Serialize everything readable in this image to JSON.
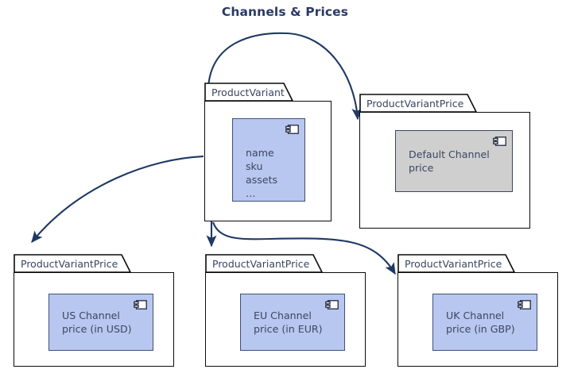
{
  "title": "Channels & Prices",
  "colors": {
    "title_text": "#2a3a64",
    "component_blue": "#b8c7ef",
    "component_gray": "#cfcfcf",
    "component_border": "#40507a",
    "package_border": "#0b0b0b",
    "arrow": "#1f3864",
    "text": "#3b4663",
    "background": "#ffffff"
  },
  "packages": [
    {
      "id": "product-variant",
      "tab_label": "ProductVariant",
      "component": {
        "label": "name\nsku\nassets\n…",
        "fill": "blue",
        "icon": "component-icon"
      }
    },
    {
      "id": "default-channel-price",
      "tab_label": "ProductVariantPrice",
      "component": {
        "label": "Default Channel\nprice",
        "fill": "gray",
        "icon": "component-icon"
      }
    },
    {
      "id": "us-channel-price",
      "tab_label": "ProductVariantPrice",
      "component": {
        "label": "US Channel\nprice (in USD)",
        "fill": "blue",
        "icon": "component-icon"
      }
    },
    {
      "id": "eu-channel-price",
      "tab_label": "ProductVariantPrice",
      "component": {
        "label": "EU Channel\nprice (in EUR)",
        "fill": "blue",
        "icon": "component-icon"
      }
    },
    {
      "id": "uk-channel-price",
      "tab_label": "ProductVariantPrice",
      "component": {
        "label": "UK Channel\nprice (in GBP)",
        "fill": "blue",
        "icon": "component-icon"
      }
    }
  ],
  "connections": [
    {
      "id": "variant-to-default",
      "from": "product-variant",
      "to": "default-channel-price",
      "style": "curved-arrow"
    },
    {
      "id": "variant-to-us",
      "from": "product-variant",
      "to": "us-channel-price",
      "style": "curved-arrow"
    },
    {
      "id": "variant-to-eu",
      "from": "product-variant",
      "to": "eu-channel-price",
      "style": "straight-arrow"
    },
    {
      "id": "variant-to-uk",
      "from": "product-variant",
      "to": "uk-channel-price",
      "style": "curved-arrow"
    }
  ]
}
